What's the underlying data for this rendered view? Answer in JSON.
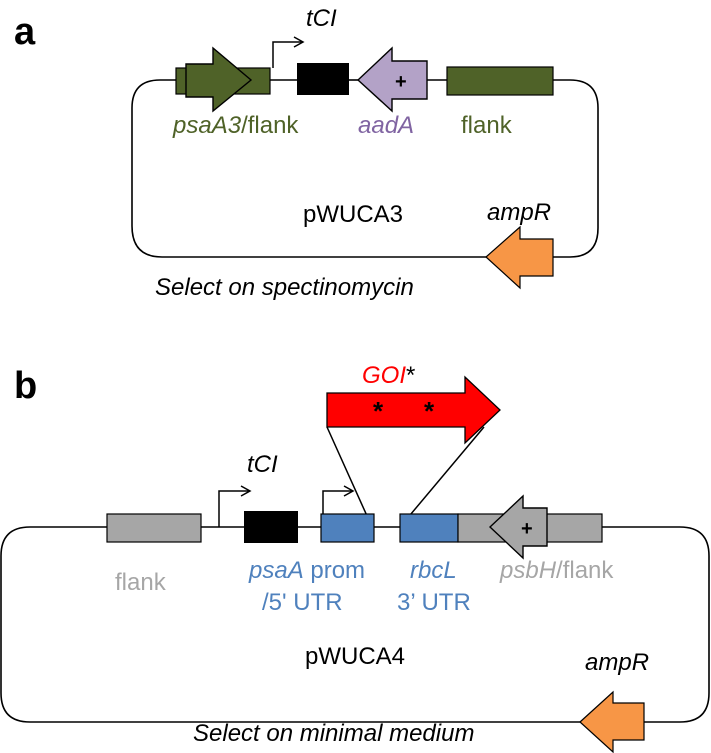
{
  "colors": {
    "dark_green": "#4f6228",
    "purple": "#b3a2c7",
    "purple_text": "#8064a2",
    "orange": "#f79646",
    "blue": "#4f81bd",
    "gray": "#a6a6a6",
    "gray_text": "#a6a6a6",
    "red": "#ff0000",
    "black": "#000000"
  },
  "panel_a": {
    "letter": "a",
    "promoter_label": "tCI",
    "gene_psaA3": "psaA3",
    "slash_flank": "/flank",
    "gene_aadA": "aadA",
    "flank_label": "flank",
    "plasmid_name": "pWUCA3",
    "ampR_label": "ampR",
    "selection": "Select on spectinomycin",
    "plus_sign": "+"
  },
  "panel_b": {
    "letter": "b",
    "goi_label": "GOI",
    "goi_star": "*",
    "mutation_star_1": "*",
    "mutation_star_2": "*",
    "promoter_label": "tCI",
    "flank_label": "flank",
    "psaA_gene": "psaA",
    "prom_word": " prom",
    "utr5": "/5' UTR",
    "rbcL_gene": "rbcL",
    "utr3": "3’ UTR",
    "psbH_gene": "psbH",
    "psbH_flank": "/flank",
    "plasmid_name": "pWUCA4",
    "ampR_label": "ampR",
    "selection": "Select on minimal medium",
    "plus_sign": "+"
  }
}
